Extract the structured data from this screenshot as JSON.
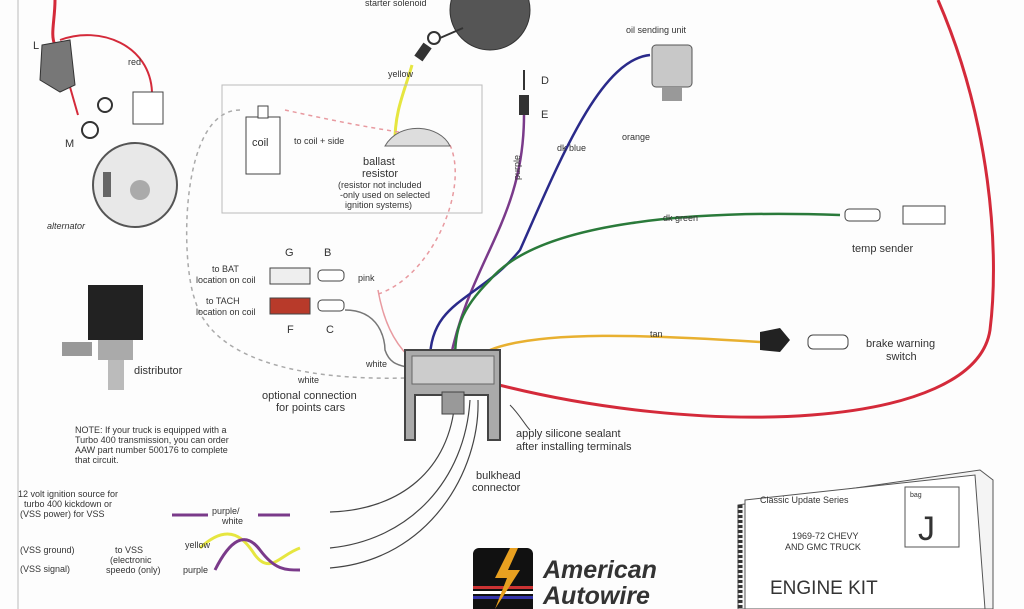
{
  "labels": {
    "starter_solenoid": "starter solenoid",
    "L": "L",
    "red": "red",
    "M": "M",
    "alternator": "alternator",
    "yellow": "yellow",
    "D": "D",
    "E": "E",
    "purple": "purple",
    "coil": "coil",
    "to_coil_side": "to coil + side",
    "ballast": "ballast",
    "resistor": "resistor",
    "resistor_note_1": "(resistor not included",
    "resistor_note_2": "-only used on selected",
    "resistor_note_3": "ignition systems)",
    "oil_sending_unit": "oil sending unit",
    "dk_blue": "dk blue",
    "orange": "orange",
    "dk_green": "dk green",
    "temp_sender": "temp sender",
    "G": "G",
    "B": "B",
    "F": "F",
    "C": "C",
    "to_bat_1": "to BAT",
    "to_bat_2": "location on coil",
    "pink": "pink",
    "to_tach_1": "to TACH",
    "to_tach_2": "location on coil",
    "distributor": "distributor",
    "white_1": "white",
    "white_2": "white",
    "optional_1": "optional connection",
    "optional_2": "for points cars",
    "tan": "tan",
    "brake_1": "brake warning",
    "brake_2": "switch",
    "sealant_1": "apply silicone sealant",
    "sealant_2": "after installing terminals",
    "note_1": "NOTE: If your truck is equipped with a",
    "note_2": "Turbo 400 transmission, you can order",
    "note_3": "AAW part number 500176 to complete",
    "note_4": "that circuit.",
    "bulkhead_1": "bulkhead",
    "bulkhead_2": "connector",
    "ign_1": "12 volt ignition source for",
    "ign_2": "turbo 400 kickdown or",
    "ign_3": "(VSS power)   for VSS",
    "purple_white_1": "purple/",
    "purple_white_2": "white",
    "vss_ground": "(VSS ground)",
    "vss_signal": "(VSS signal)",
    "to_vss_1": "to VSS",
    "to_vss_2": "(electronic",
    "to_vss_3": "speedo (only)",
    "yellow_2": "yellow",
    "purple_2": "purple"
  },
  "logo": {
    "line1": "American",
    "line2": "Autowire"
  },
  "booklet": {
    "series": "Classic Update Series",
    "bag_label": "bag",
    "bag_letter": "J",
    "model_1": "1969-72 CHEVY",
    "model_2": "AND GMC TRUCK",
    "kit": "ENGINE KIT"
  },
  "wire_colors": {
    "red": "#d42a3a",
    "yellow": "#e6e640",
    "purple": "#7a3a8a",
    "dk_blue": "#2a2a8a",
    "dk_green": "#2a7a3a",
    "tan": "#e8b030",
    "pink": "#e89aa0",
    "white": "#999999"
  }
}
